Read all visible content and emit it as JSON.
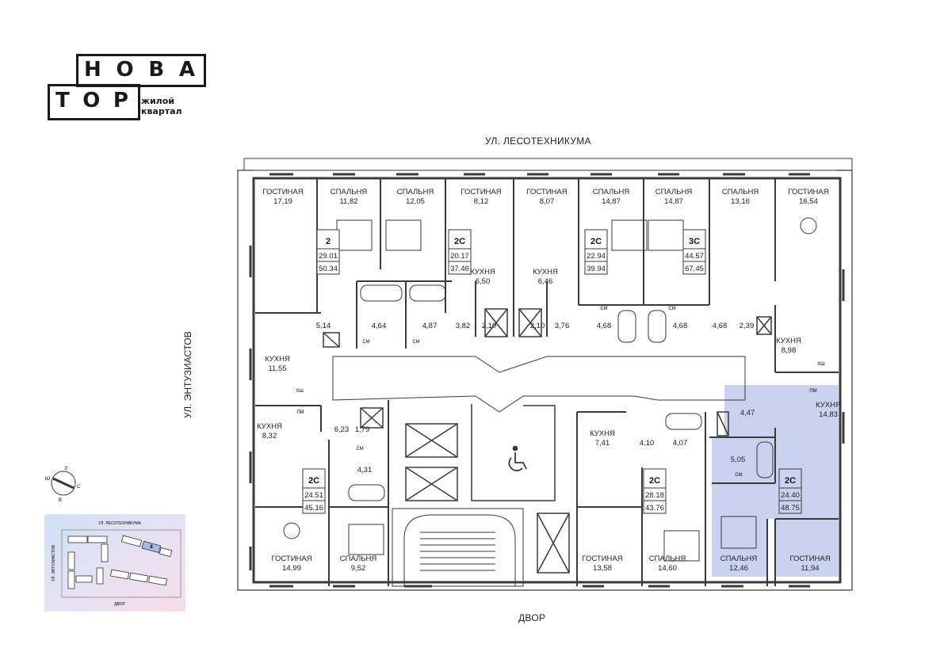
{
  "logo": {
    "line1": [
      "Н",
      "О",
      "В",
      "А"
    ],
    "line2": [
      "Т",
      "О",
      "Р"
    ],
    "subtitle_line1": "жилой",
    "subtitle_line2": "квартал"
  },
  "streets": {
    "top": "УЛ. ЛЕСОТЕХНИКУМА",
    "left": "УЛ. ЭНТУЗИАСТОВ",
    "bottom": "ДВОР"
  },
  "colors": {
    "wall": "#3a3a3a",
    "highlight": "#c9d2ef",
    "background": "#ffffff"
  },
  "rooms": [
    {
      "name": "ГОСТИНАЯ",
      "area": "17,19"
    },
    {
      "name": "СПАЛЬНЯ",
      "area": "11,82"
    },
    {
      "name": "СПАЛЬНЯ",
      "area": "12,05"
    },
    {
      "name": "ГОСТИНАЯ",
      "area": "8,12"
    },
    {
      "name": "ГОСТИНАЯ",
      "area": "8,07"
    },
    {
      "name": "СПАЛЬНЯ",
      "area": "14,87"
    },
    {
      "name": "СПАЛЬНЯ",
      "area": "14,87"
    },
    {
      "name": "СПАЛЬНЯ",
      "area": "13,16"
    },
    {
      "name": "ГОСТИНАЯ",
      "area": "16,54"
    },
    {
      "name": "КУХНЯ",
      "area": "6,50"
    },
    {
      "name": "КУХНЯ",
      "area": "6,46"
    },
    {
      "name": "КУХНЯ",
      "area": "11,55"
    },
    {
      "name": "КУХНЯ",
      "area": "8,98"
    },
    {
      "name": "КУХНЯ",
      "area": "14,83"
    },
    {
      "name": "КУХНЯ",
      "area": "8,32"
    },
    {
      "name": "КУХНЯ",
      "area": "7,41"
    },
    {
      "name": "ГОСТИНАЯ",
      "area": "14,99"
    },
    {
      "name": "СПАЛЬНЯ",
      "area": "9,52"
    },
    {
      "name": "ГОСТИНАЯ",
      "area": "13,58"
    },
    {
      "name": "СПАЛЬНЯ",
      "area": "14,60"
    },
    {
      "name": "СПАЛЬНЯ",
      "area": "12,46"
    },
    {
      "name": "ГОСТИНАЯ",
      "area": "11,94"
    }
  ],
  "small_areas": [
    "5,14",
    "4,64",
    "4,87",
    "3,82",
    "2,10",
    "2,10",
    "3,76",
    "4,68",
    "4,68",
    "4,68",
    "2,39",
    "4,47",
    "6,23",
    "1,79",
    "4,31",
    "4,10",
    "4,07",
    "5,05"
  ],
  "apartments": [
    {
      "type": "2",
      "living": "29.01",
      "total": "50.34"
    },
    {
      "type": "2С",
      "living": "20.17",
      "total": "37.46"
    },
    {
      "type": "2С",
      "living": "22.94",
      "total": "39.94"
    },
    {
      "type": "3С",
      "living": "44.57",
      "total": "67.45"
    },
    {
      "type": "2С",
      "living": "24.51",
      "total": "45.16"
    },
    {
      "type": "2С",
      "living": "28.18",
      "total": "43.76"
    },
    {
      "type": "2С",
      "living": "24.40",
      "total": "48.75"
    }
  ],
  "fixture_labels": {
    "washer": "СМ",
    "fridge": "ХШ",
    "dishwasher": "ПМ"
  },
  "compass": {
    "n": "С",
    "s": "Ю",
    "e": "В",
    "w": "З"
  },
  "minimap": {
    "street_top": "УЛ. ЛЕСОТЕХНИКУМА",
    "street_left": "УЛ. ЭНТУЗИАСТОВ",
    "yard": "ДВОР",
    "section": "8"
  }
}
